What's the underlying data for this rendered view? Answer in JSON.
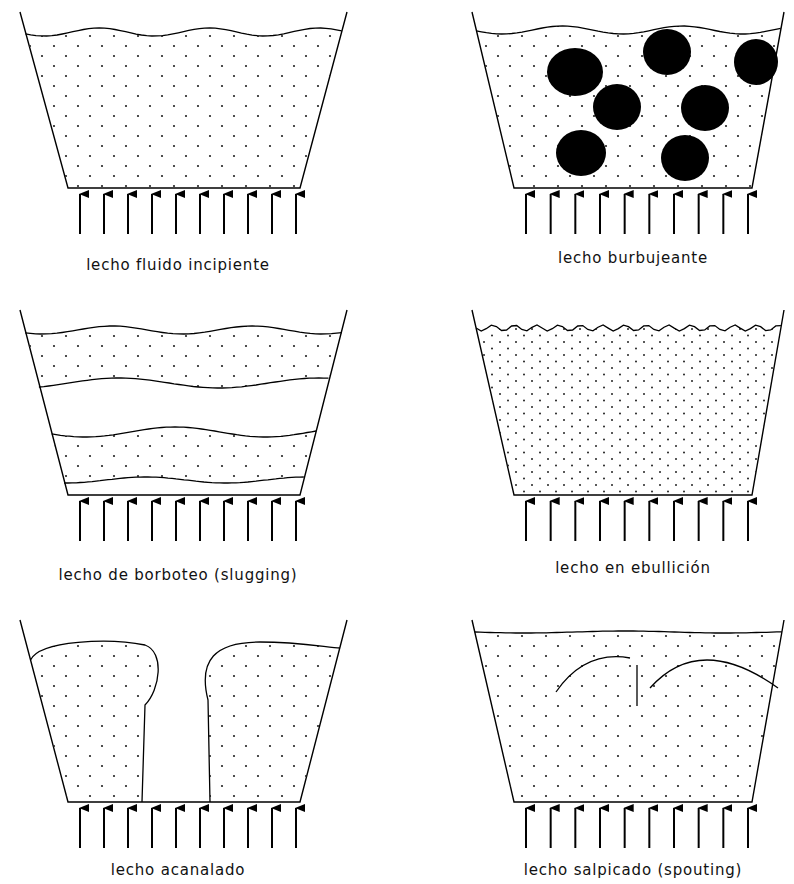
{
  "diagram": {
    "labels": [
      "lecho fluido incipiente",
      "lecho burbujeante",
      "lecho de borboteo (slugging)",
      "lecho en ebullición",
      "lecho acanalado",
      "lecho salpicado (spouting)"
    ]
  }
}
